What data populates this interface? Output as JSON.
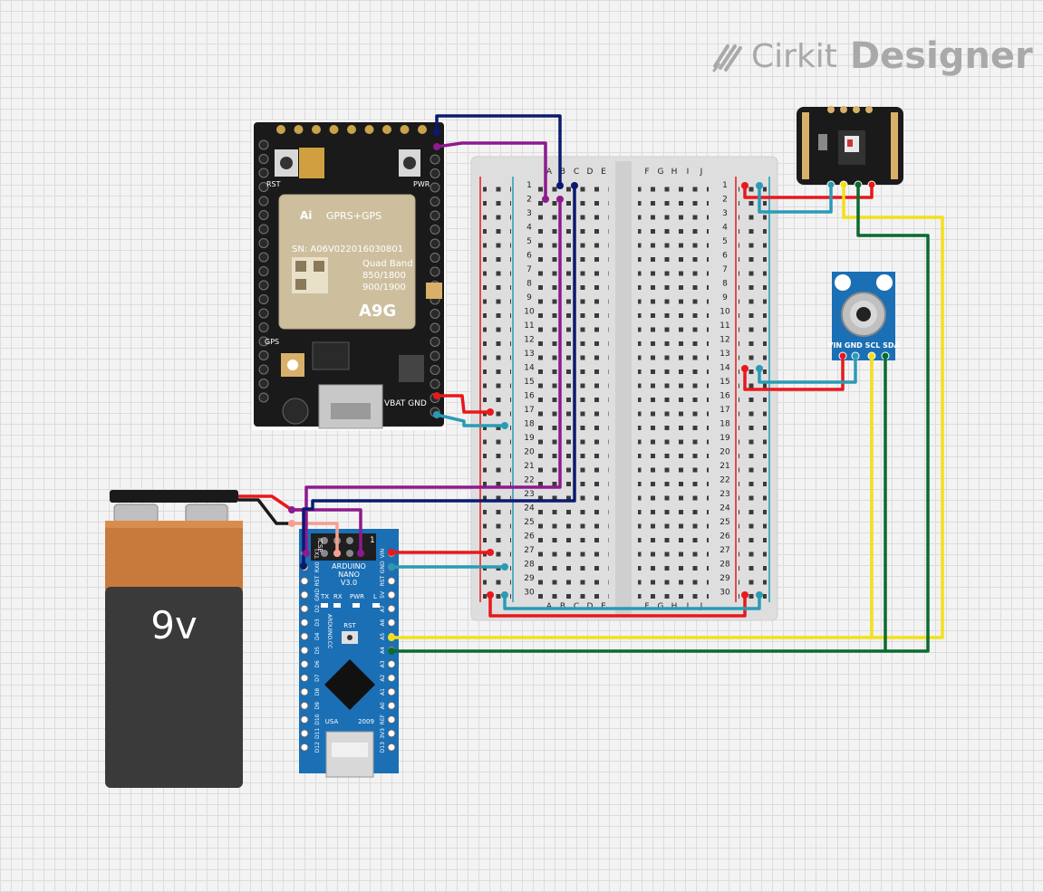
{
  "logo": {
    "brand_light": "Cirkit",
    "brand_bold": "Designer"
  },
  "battery": {
    "label": "9v"
  },
  "gsm_module": {
    "chip_line1": "GPRS+GPS",
    "chip_sn": "SN: A06V022016030801",
    "chip_line3": "Quad Band",
    "chip_line4": "850/1800",
    "chip_line5": "900/1900",
    "chip_model": "A9G",
    "pwr_label": "PWR",
    "rst_label": "RST",
    "gps_label": "GPS",
    "pin_label": "VBAT GND"
  },
  "arduino": {
    "line1": "ARDUINO",
    "line2": "NANO",
    "line3": "V3.0",
    "icsp": "ICSP",
    "one": "1",
    "tx": "TX",
    "rx": "RX",
    "pwr": "PWR",
    "l": "L",
    "rst": "RST",
    "usa": "USA",
    "year": "2009",
    "brand": "ARDUINO.CC",
    "left_pins": [
      "TX1",
      "RX0",
      "RST",
      "GND",
      "D2",
      "D3",
      "D4",
      "D5",
      "D6",
      "D7",
      "D8",
      "D9",
      "D10",
      "D11",
      "D12"
    ],
    "right_pins": [
      "VIN",
      "GND",
      "RST",
      "5V",
      "A7",
      "A6",
      "A5",
      "A4",
      "A3",
      "A2",
      "A1",
      "A0",
      "REF",
      "3V3",
      "D13"
    ]
  },
  "breadboard": {
    "left_columns": [
      "A",
      "B",
      "C",
      "D",
      "E"
    ],
    "right_columns": [
      "F",
      "G",
      "H",
      "I",
      "J"
    ],
    "rows": [
      "1",
      "2",
      "3",
      "4",
      "5",
      "6",
      "7",
      "8",
      "9",
      "10",
      "11",
      "12",
      "13",
      "14",
      "15",
      "16",
      "17",
      "18",
      "19",
      "20",
      "21",
      "22",
      "23",
      "24",
      "25",
      "26",
      "27",
      "28",
      "29",
      "30"
    ]
  },
  "ir_sensor": {
    "pins": "VIN GND SCL SDA"
  },
  "colors": {
    "red": "#e8181c",
    "blue": "#2a9bb5",
    "purple": "#8e1a8e",
    "navy": "#0a1a6e",
    "yellow": "#f4e01a",
    "green": "#0a6b30",
    "pink": "#f5a08e",
    "nano_blue": "#1b6fb5"
  }
}
